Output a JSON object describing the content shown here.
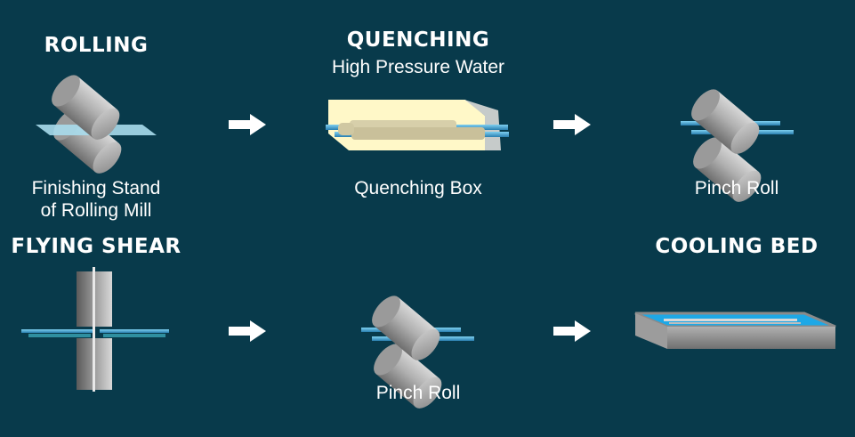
{
  "colors": {
    "background": "#083a4b",
    "rod": "#3aa0d0",
    "roller": "#a8a8a8",
    "quench_box": "#fff8c8",
    "water": "#1ea8e6"
  },
  "stages": {
    "rolling": {
      "title": "ROLLING",
      "caption_line1": "Finishing Stand",
      "caption_line2": "of Rolling Mill"
    },
    "quenching": {
      "title": "QUENCHING",
      "subtitle": "High Pressure Water",
      "caption": "Quenching Box"
    },
    "pinch_roll_1": {
      "caption": "Pinch Roll"
    },
    "flying_shear": {
      "title": "FLYING SHEAR"
    },
    "pinch_roll_2": {
      "caption": "Pinch Roll"
    },
    "cooling_bed": {
      "title": "COOLING BED"
    }
  },
  "icons": [
    "roller-pair-icon",
    "arrow-right-icon",
    "quenching-box-icon",
    "flying-shear-icon",
    "cooling-bed-icon"
  ]
}
